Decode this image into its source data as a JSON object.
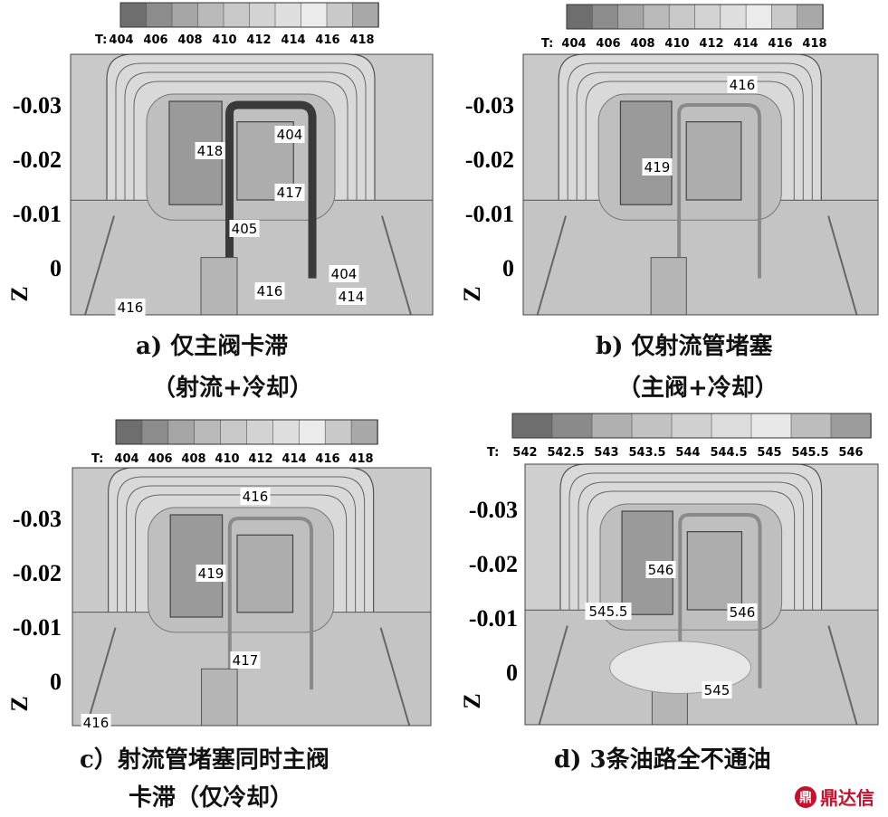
{
  "chart_data": [
    {
      "type": "heatmap",
      "id": "a",
      "legend": {
        "prefix": "T:",
        "ticks": [
          "404",
          "406",
          "408",
          "410",
          "412",
          "414",
          "416",
          "418"
        ]
      },
      "axis": {
        "label": "Z",
        "ticks": [
          "-0.03",
          "-0.02",
          "-0.01",
          "0"
        ]
      },
      "contour_labels": [
        "418",
        "404",
        "417",
        "405",
        "404",
        "416",
        "414",
        "416"
      ],
      "caption": [
        "a)  仅主阀卡滞",
        "（射流+冷却）"
      ]
    },
    {
      "type": "heatmap",
      "id": "b",
      "legend": {
        "prefix": "T:",
        "ticks": [
          "404",
          "406",
          "408",
          "410",
          "412",
          "414",
          "416",
          "418"
        ]
      },
      "axis": {
        "label": "Z",
        "ticks": [
          "-0.03",
          "-0.02",
          "-0.01",
          "0"
        ]
      },
      "contour_labels": [
        "416",
        "419"
      ],
      "caption": [
        "b)  仅射流管堵塞",
        "（主阀+冷却）"
      ]
    },
    {
      "type": "heatmap",
      "id": "c",
      "legend": {
        "prefix": "T:",
        "ticks": [
          "404",
          "406",
          "408",
          "410",
          "412",
          "414",
          "416",
          "418"
        ]
      },
      "axis": {
        "label": "Z",
        "ticks": [
          "-0.03",
          "-0.02",
          "-0.01",
          "0"
        ]
      },
      "contour_labels": [
        "416",
        "419",
        "417",
        "416"
      ],
      "caption": [
        "c）射流管堵塞同时主阀",
        "卡滞（仅冷却）"
      ]
    },
    {
      "type": "heatmap",
      "id": "d",
      "legend": {
        "prefix": "T:",
        "ticks": [
          "542",
          "542.5",
          "543",
          "543.5",
          "544",
          "544.5",
          "545",
          "545.5",
          "546"
        ]
      },
      "axis": {
        "label": "Z",
        "ticks": [
          "-0.03",
          "-0.02",
          "-0.01",
          "0"
        ]
      },
      "contour_labels": [
        "546",
        "545.5",
        "546",
        "545"
      ],
      "caption": [
        "d)  3条油路全不通油"
      ]
    }
  ],
  "colors": {
    "legend_a": [
      "#6e6e6e",
      "#8c8c8c",
      "#a5a5a5",
      "#b9b9b9",
      "#c8c8c8",
      "#d3d3d3",
      "#dedede",
      "#ebebeb",
      "#c9c9c9",
      "#a8a8a8"
    ],
    "legend_d": [
      "#6e6e6e",
      "#8a8a8a",
      "#b0b0b0",
      "#c2c2c2",
      "#d0d0d0",
      "#dcdcdc",
      "#e8e8e8",
      "#bdbdbd",
      "#9c9c9c"
    ],
    "fluid_light": "#d6d6d6",
    "fluid_mid": "#bfbfbf",
    "fluid_dark": "#a9a9a9",
    "valve": "#9a9a9a",
    "hot_band": "#3a3a3a"
  },
  "watermark": {
    "logo": "鼎",
    "text": "鼎达信"
  }
}
